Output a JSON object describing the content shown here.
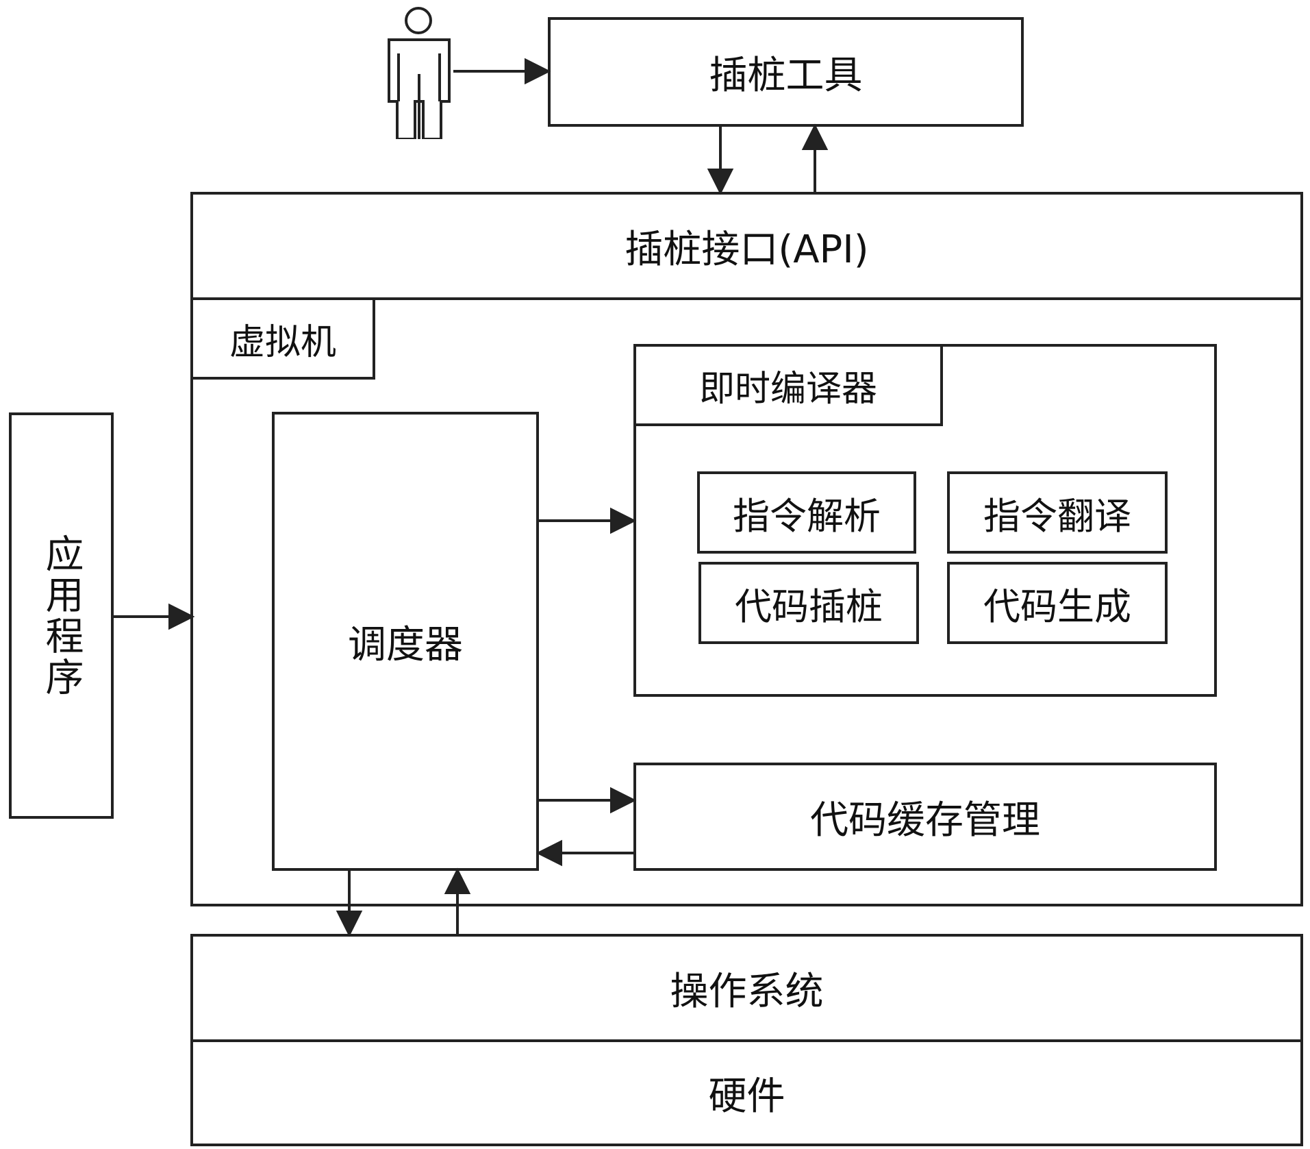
{
  "diagram": {
    "instrumentation_tool": "插桩工具",
    "instrumentation_api": "插桩接口(API)",
    "virtual_machine": "虚拟机",
    "jit_compiler": "即时编译器",
    "instruction_parsing": "指令解析",
    "instruction_translation": "指令翻译",
    "code_instrumentation": "代码插桩",
    "code_generation": "代码生成",
    "scheduler": "调度器",
    "code_cache_management": "代码缓存管理",
    "application": "应用程序",
    "operating_system": "操作系统",
    "hardware": "硬件"
  },
  "icons": {
    "user": "person-icon"
  }
}
